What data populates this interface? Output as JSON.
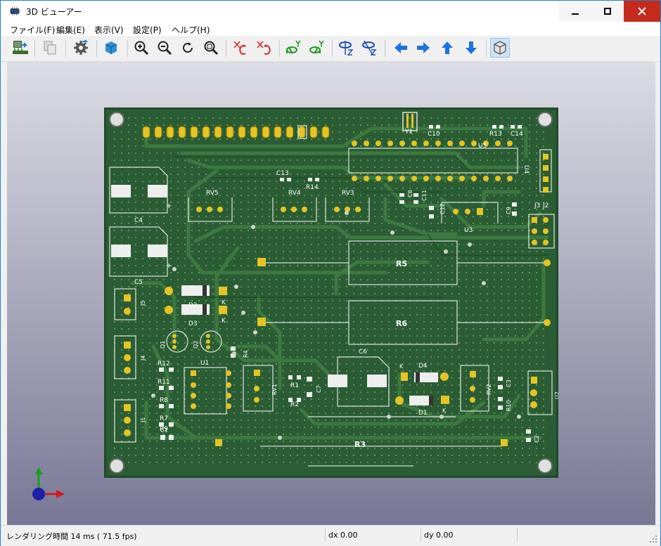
{
  "window": {
    "title": "3D ビューアー"
  },
  "menu": {
    "items": [
      "ファイル(F)",
      "編集(E)",
      "表示(V)",
      "設定(P)",
      "ヘルプ(H)"
    ]
  },
  "pcb": {
    "labels": {
      "rv5": "RV5",
      "rv4": "RV4",
      "rv3": "RV3",
      "rv2": "RV2",
      "rv1": "RV1",
      "r1": "R1",
      "r2": "R2",
      "r3": "R3",
      "r4": "R4",
      "r5": "R5",
      "r6": "R6",
      "r7": "R7",
      "r8": "R8",
      "r9": "R9",
      "r10": "R10",
      "r11": "R11",
      "r12": "R12",
      "r13": "R13",
      "r14": "R14",
      "c1": "C1",
      "c2": "C2",
      "c3": "C3",
      "c4": "C4",
      "c5": "C5",
      "c6": "C6",
      "c7": "C7",
      "c8": "C8",
      "c9": "C9",
      "c10": "C10",
      "c11": "C11",
      "c12": "C12",
      "c13": "C13",
      "c14": "C14",
      "d1": "D1",
      "d2": "D2",
      "d3": "D3",
      "d4": "D4",
      "u1": "U1",
      "u2": "U2",
      "u3": "U3",
      "u4": "U4",
      "u5": "U5",
      "j1": "J1",
      "j2": "J2",
      "j3": "J3",
      "j4": "J4",
      "j5": "J5",
      "q1": "Q1",
      "q2": "Q2",
      "y1": "Y1",
      "k": "K"
    }
  },
  "status": {
    "render": "レンダリング時間 14 ms ( 71.5 fps)",
    "dx": "dx 0.00",
    "dy": "dy 0.00"
  }
}
